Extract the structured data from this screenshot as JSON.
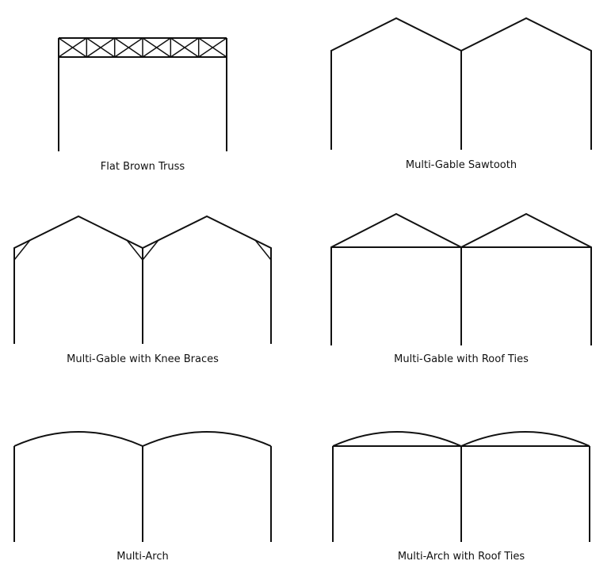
{
  "diagrams": [
    {
      "label": "Flat Brown Truss"
    },
    {
      "label": "Multi-Gable Sawtooth"
    },
    {
      "label": "Multi-Gable with Knee Braces"
    },
    {
      "label": "Multi-Gable with Roof Ties"
    },
    {
      "label": "Multi-Arch"
    },
    {
      "label": "Multi-Arch with Roof Ties"
    }
  ],
  "colors": {
    "stroke": "#111111",
    "background": "#ffffff"
  }
}
